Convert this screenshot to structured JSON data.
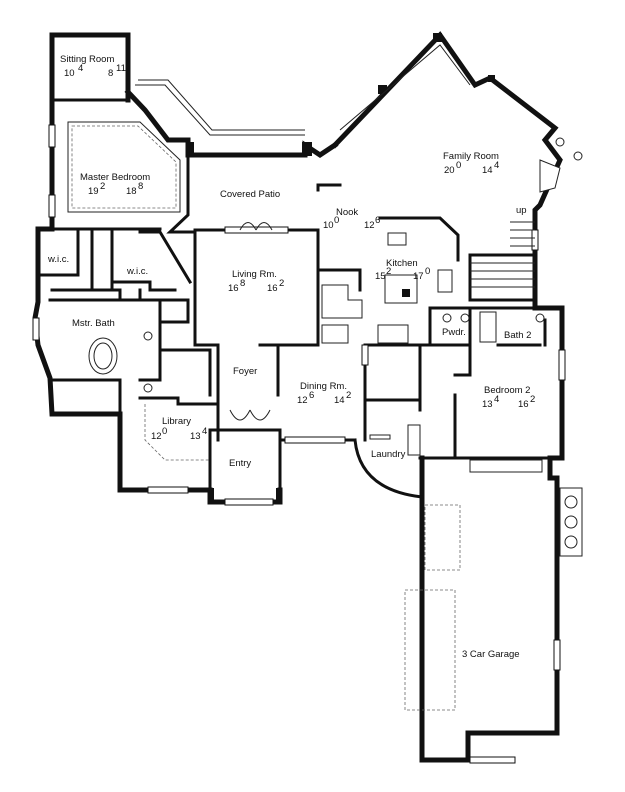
{
  "rooms": [
    {
      "id": "sitting-room",
      "name": "Sitting Room",
      "w": "10",
      "w_in": "4",
      "d": "8",
      "d_in": "11"
    },
    {
      "id": "master-bedroom",
      "name": "Master Bedroom",
      "w": "19",
      "w_in": "2",
      "d": "18",
      "d_in": "8"
    },
    {
      "id": "covered-patio",
      "name": "Covered Patio"
    },
    {
      "id": "family-room",
      "name": "Family Room",
      "w": "20",
      "w_in": "0",
      "d": "14",
      "d_in": "4"
    },
    {
      "id": "nook",
      "name": "Nook",
      "w": "10",
      "w_in": "0",
      "d": "12",
      "d_in": "6"
    },
    {
      "id": "kitchen",
      "name": "Kitchen",
      "w": "15",
      "w_in": "2",
      "d": "17",
      "d_in": "0"
    },
    {
      "id": "wic-left",
      "name": "w.i.c."
    },
    {
      "id": "wic-right",
      "name": "w.i.c."
    },
    {
      "id": "living-room",
      "name": "Living Rm.",
      "w": "16",
      "w_in": "8",
      "d": "16",
      "d_in": "2"
    },
    {
      "id": "mstr-bath",
      "name": "Mstr. Bath"
    },
    {
      "id": "powder",
      "name": "Pwdr."
    },
    {
      "id": "bath-2",
      "name": "Bath 2"
    },
    {
      "id": "foyer",
      "name": "Foyer"
    },
    {
      "id": "dining-room",
      "name": "Dining Rm.",
      "w": "12",
      "w_in": "6",
      "d": "14",
      "d_in": "2"
    },
    {
      "id": "bedroom-2",
      "name": "Bedroom 2",
      "w": "13",
      "w_in": "4",
      "d": "16",
      "d_in": "2"
    },
    {
      "id": "library",
      "name": "Library",
      "w": "12",
      "w_in": "0",
      "d": "13",
      "d_in": "4"
    },
    {
      "id": "laundry",
      "name": "Laundry"
    },
    {
      "id": "entry",
      "name": "Entry"
    },
    {
      "id": "garage",
      "name": "3 Car Garage"
    }
  ],
  "labels": {
    "stairs_up": "up"
  }
}
